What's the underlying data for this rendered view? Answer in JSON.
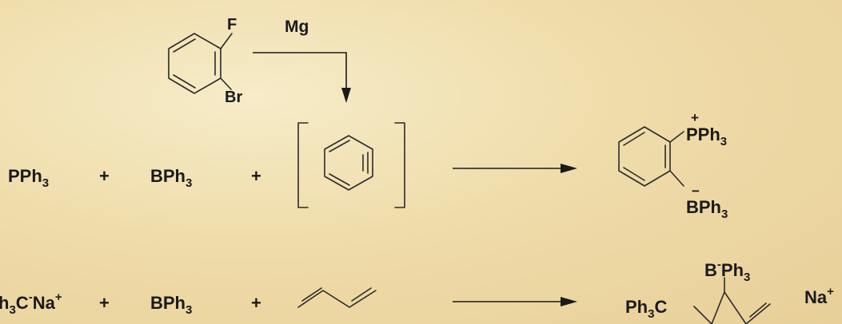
{
  "top": {
    "sub_f": "F",
    "sub_br": "Br",
    "reagent": "Mg"
  },
  "row1": {
    "r1_main": "PPh",
    "r1_sub": "3",
    "plus1": "+",
    "r2_main": "BPh",
    "r2_sub": "3",
    "plus2": "+",
    "prod_p_main": "PPh",
    "prod_p_sub": "3",
    "prod_p_charge": "+",
    "prod_b_main": "BPh",
    "prod_b_sub": "3",
    "prod_b_charge": "−"
  },
  "row2": {
    "r1_a": "h",
    "r1_sub": "3",
    "r1_b": "C",
    "r1_charge1": "-",
    "r1_c": "Na",
    "r1_charge2": "+",
    "plus1": "+",
    "r2_main": "BPh",
    "r2_sub": "3",
    "plus2": "+",
    "prod_b_a": "B",
    "prod_b_charge": "-",
    "prod_b_b": "Ph",
    "prod_b_sub": "3",
    "prod_c_a": "Ph",
    "prod_c_sub": "3",
    "prod_c_b": "C",
    "prod_na": "Na",
    "prod_na_charge": "+"
  }
}
